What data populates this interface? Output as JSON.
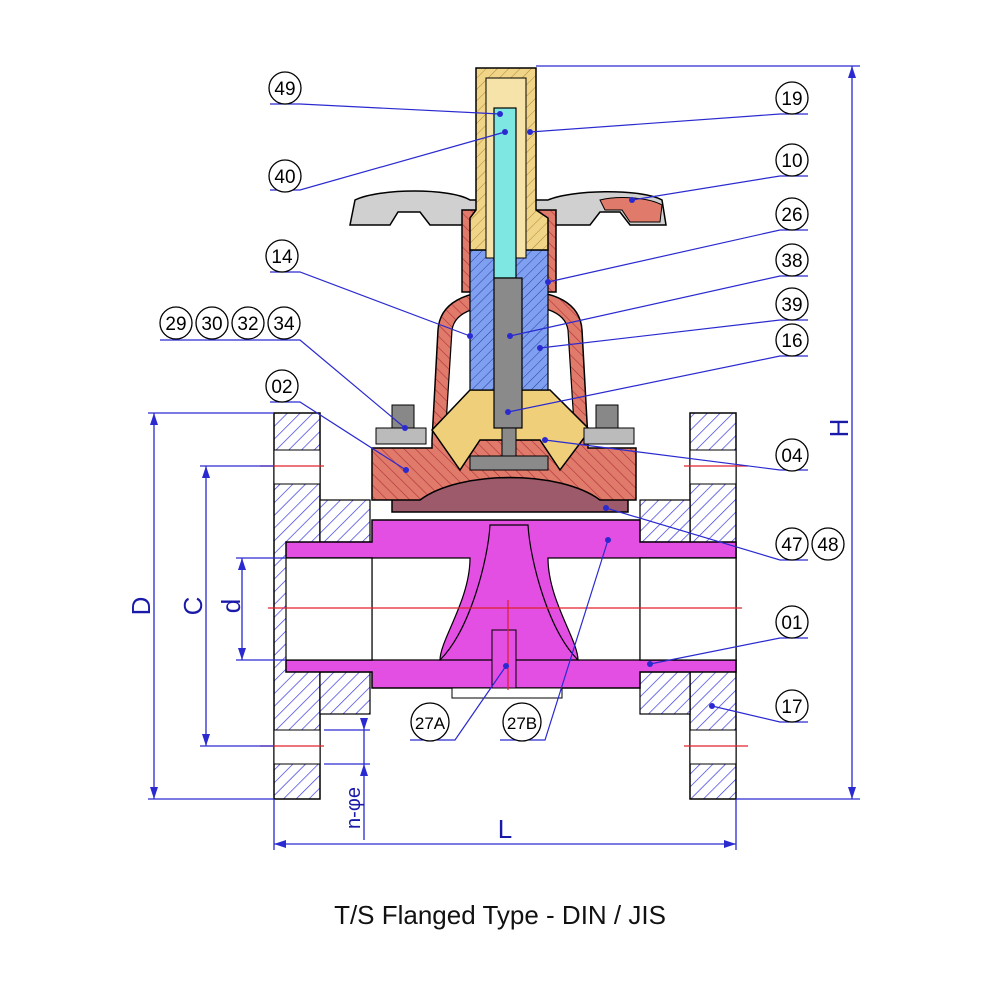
{
  "caption": "T/S Flanged Type - DIN / JIS",
  "callouts": {
    "c49": "49",
    "c40": "40",
    "c14": "14",
    "c29": "29",
    "c30": "30",
    "c32": "32",
    "c34": "34",
    "c02": "02",
    "c19": "19",
    "c10": "10",
    "c26": "26",
    "c38": "38",
    "c39": "39",
    "c16": "16",
    "c04": "04",
    "c47": "47",
    "c48": "48",
    "c01": "01",
    "c17": "17",
    "c27A": "27A",
    "c27B": "27B"
  },
  "dimensions": {
    "D": "D",
    "C": "C",
    "d": "d",
    "L": "L",
    "H": "H",
    "ne": "n-φe"
  },
  "colors": {
    "body_magenta": "#e24fe2",
    "bonnet_red": "#e07a6a",
    "stem_cyan": "#7fe7e2",
    "bushing_blue": "#6a8ff0",
    "spindle_yellow": "#f0d488",
    "compressor_tan": "#efcf7a",
    "diaphragm_brown": "#9c5a6a",
    "hatch": "#3a3ae0",
    "leader_blue": "#2a2ad0",
    "centerline_red": "#e0202a"
  }
}
